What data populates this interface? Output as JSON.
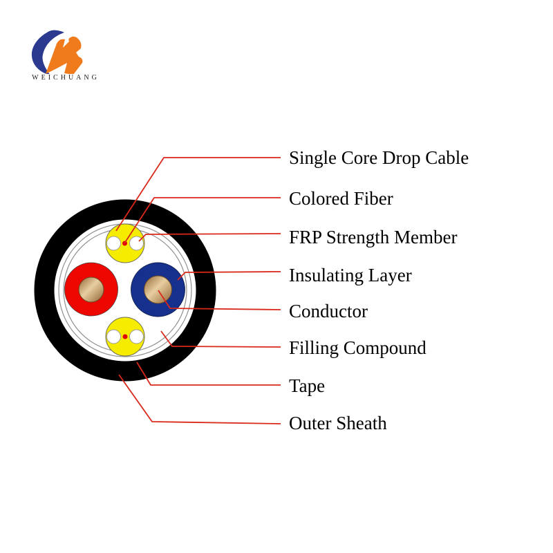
{
  "logo": {
    "company": "WEICHUANG",
    "icons": [
      "crescent-icon",
      "w-swoosh-icon"
    ]
  },
  "diagram": {
    "type": "cable-cross-section",
    "product": "2-core drop cable cross section",
    "labels": [
      {
        "text": "Single Core Drop Cable",
        "target": "yellow drop-cable unit"
      },
      {
        "text": "Colored Fiber",
        "target": "red fiber dot inside drop-cable unit"
      },
      {
        "text": "FRP Strength Member",
        "target": "white circle inside drop-cable unit"
      },
      {
        "text": "Insulating Layer",
        "target": "blue insulation ring"
      },
      {
        "text": "Conductor",
        "target": "copper core of blue insulated wire"
      },
      {
        "text": "Filling Compound",
        "target": "white area inside cable"
      },
      {
        "text": "Tape",
        "target": "thin gray wrap circle"
      },
      {
        "text": "Outer Sheath",
        "target": "black outer ring"
      }
    ]
  },
  "colors": {
    "sheath": "#000000",
    "filling": "#ffffff",
    "tape": "#8f8f8f",
    "insulation_red": "#ee0700",
    "insulation_blue": "#16308e",
    "drop_cable_yellow": "#f5ec00",
    "frp_white": "#ffffff",
    "fiber_red": "#e00000",
    "conductor_dark": "#8f6135",
    "conductor_light": "#e8cfa0",
    "leader_line": "#d9281a",
    "label_text": "#000000",
    "logo_blue": "#2b3a8f",
    "logo_orange": "#ef7b1d",
    "logo_text": "#1a1a1a"
  }
}
